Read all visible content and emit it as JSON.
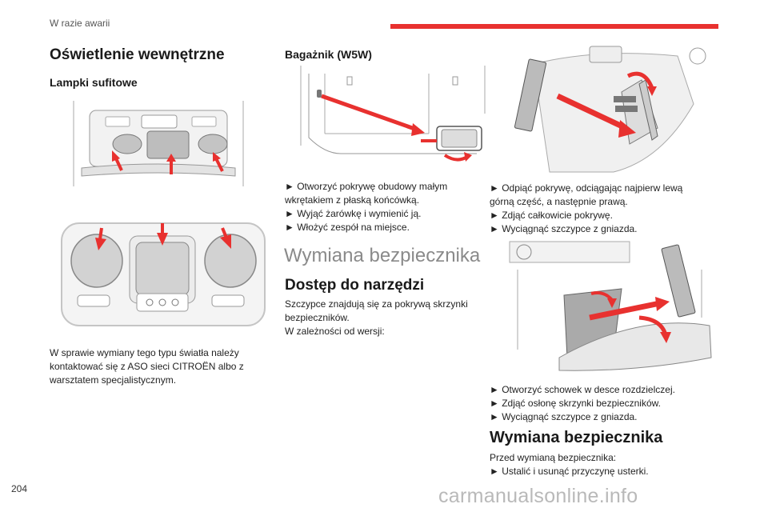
{
  "header": {
    "section": "W razie awarii"
  },
  "col1": {
    "title": "Oświetlenie wewnętrzne",
    "subtitle": "Lampki sufitowe",
    "note_lines": [
      "W sprawie wymiany tego typu światła należy",
      "kontaktować się z ASO sieci CITROËN albo z",
      "warsztatem specjalistycznym."
    ]
  },
  "col2": {
    "trunk_title": "Bagażnik (W5W)",
    "trunk_steps": [
      "► Otworzyć pokrywę obudowy małym",
      "wkrętakiem z płaską końcówką.",
      "► Wyjąć żarówkę i wymienić ją.",
      "► Włożyć zespół na miejsce."
    ],
    "fuse_title": "Wymiana bezpiecznika",
    "tools_title": "Dostęp do narzędzi",
    "tools_lines": [
      "Szczypce znajdują się za pokrywą skrzynki",
      "bezpieczników.",
      "W zależności od wersji:"
    ]
  },
  "col3": {
    "steps_a": [
      "► Odpiąć pokrywę, odciągając najpierw lewą",
      "górną część, a następnie prawą.",
      "► Zdjąć całkowicie pokrywę.",
      "► Wyciągnąć szczypce z gniazda."
    ],
    "steps_b": [
      "► Otworzyć schowek w desce rozdzielczej.",
      "► Zdjąć osłonę skrzynki bezpieczników.",
      "► Wyciągnąć szczypce z gniazda."
    ],
    "replace_title": "Wymiana bezpiecznika",
    "replace_lines": [
      "Przed wymianą bezpiecznika:",
      "► Ustalić i usunąć przyczynę usterki."
    ]
  },
  "footer": {
    "page_number": "204",
    "watermark": "carmanualsonline.info"
  },
  "colors": {
    "accent": "#e8312f",
    "muted": "#8a8a8a"
  }
}
